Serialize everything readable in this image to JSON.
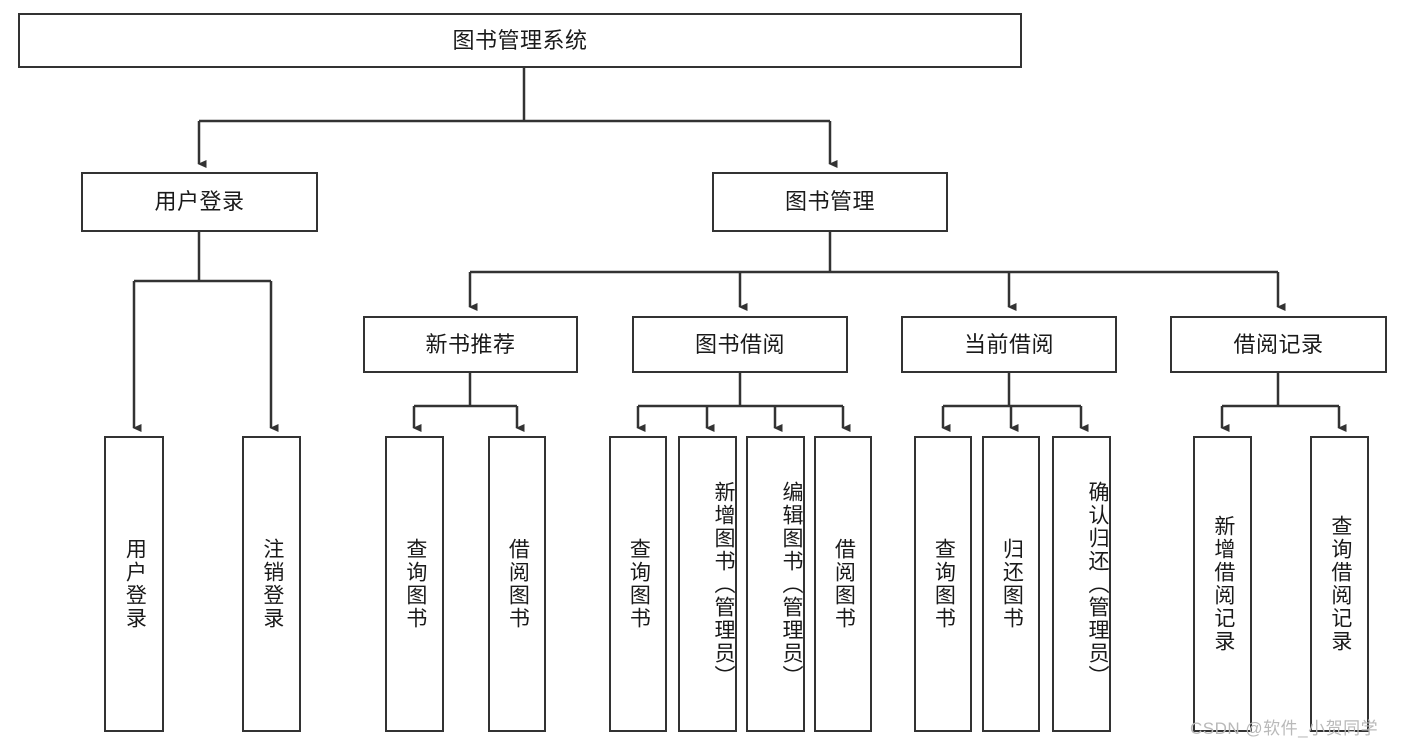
{
  "diagram": {
    "type": "tree-hierarchy-chart",
    "title": "图书管理系统",
    "stroke_color": "#333333",
    "background_color": "#ffffff",
    "watermark": "CSDN @软件_小贺同学",
    "nodes": {
      "root": {
        "label": "图书管理系统"
      },
      "level2": [
        {
          "id": "user-login",
          "label": "用户登录"
        },
        {
          "id": "book-management",
          "label": "图书管理"
        }
      ],
      "level3": [
        {
          "id": "new-book-recommend",
          "label": "新书推荐"
        },
        {
          "id": "book-borrow",
          "label": "图书借阅"
        },
        {
          "id": "current-borrow",
          "label": "当前借阅"
        },
        {
          "id": "borrow-record",
          "label": "借阅记录"
        }
      ],
      "leaves": {
        "user_login": [
          {
            "id": "login",
            "label": "用户登录"
          },
          {
            "id": "logout",
            "label": "注销登录"
          }
        ],
        "new_book_recommend": [
          {
            "id": "query-book-1",
            "label": "查询图书"
          },
          {
            "id": "borrow-book-1",
            "label": "借阅图书"
          }
        ],
        "book_borrow": [
          {
            "id": "query-book-2",
            "label": "查询图书"
          },
          {
            "id": "add-book",
            "label": "新增图书（管理员）"
          },
          {
            "id": "edit-book",
            "label": "编辑图书（管理员）"
          },
          {
            "id": "borrow-book-2",
            "label": "借阅图书"
          }
        ],
        "current_borrow": [
          {
            "id": "query-book-3",
            "label": "查询图书"
          },
          {
            "id": "return-book",
            "label": "归还图书"
          },
          {
            "id": "confirm-return",
            "label": "确认归还（管理员）"
          }
        ],
        "borrow_record": [
          {
            "id": "add-record",
            "label": "新增借阅记录"
          },
          {
            "id": "query-record",
            "label": "查询借阅记录"
          }
        ]
      }
    }
  }
}
